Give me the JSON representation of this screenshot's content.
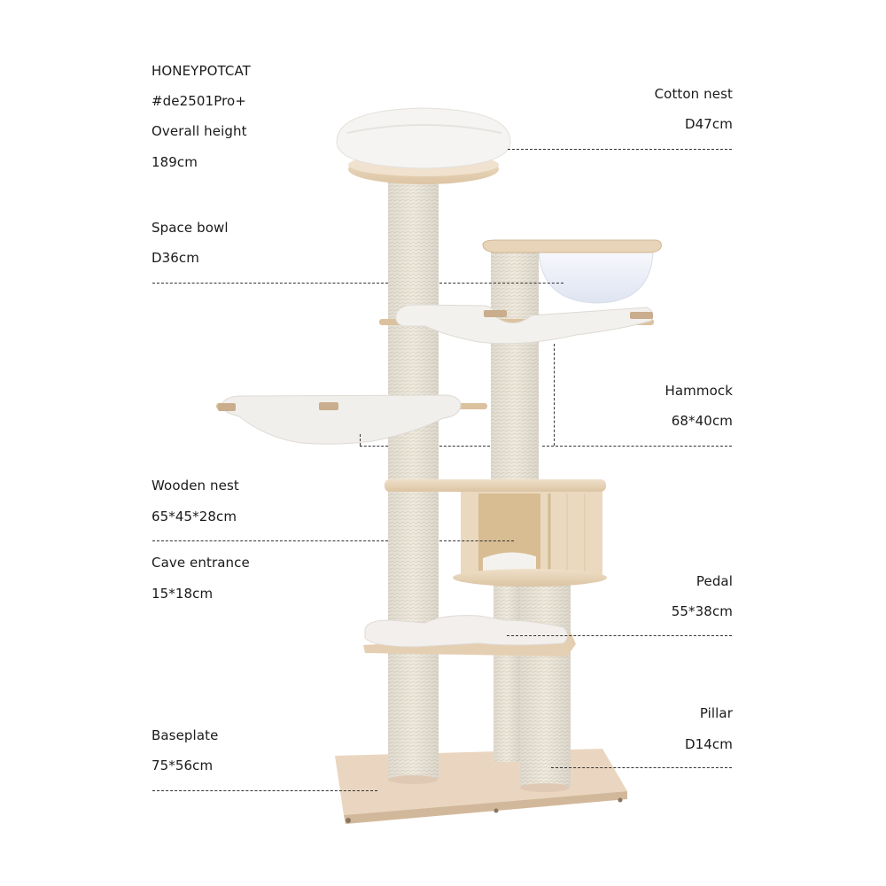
{
  "header": {
    "brand": "HONEYPOTCAT",
    "model": "#de2501Pro+",
    "overall_label": "Overall height",
    "overall_value": "189cm"
  },
  "annotations": {
    "cotton_nest": {
      "name": "Cotton nest",
      "value": "D47cm"
    },
    "space_bowl": {
      "name": "Space bowl",
      "value": "D36cm"
    },
    "hammock": {
      "name": "Hammock",
      "value": "68*40cm"
    },
    "wooden_nest": {
      "name": "Wooden nest",
      "value": "65*45*28cm"
    },
    "cave_entrance": {
      "name": "Cave entrance",
      "value": "15*18cm"
    },
    "pedal": {
      "name": "Pedal",
      "value": "55*38cm"
    },
    "pillar": {
      "name": "Pillar",
      "value": "D14cm"
    },
    "baseplate": {
      "name": "Baseplate",
      "value": "75*56cm"
    }
  },
  "colors": {
    "background": "#ffffff",
    "text": "#1a1a1a",
    "sisal": "#eee9dc",
    "wood": "#e9d7bd",
    "plush": "#f3f1ee",
    "bowl": "#e8ecf6"
  }
}
